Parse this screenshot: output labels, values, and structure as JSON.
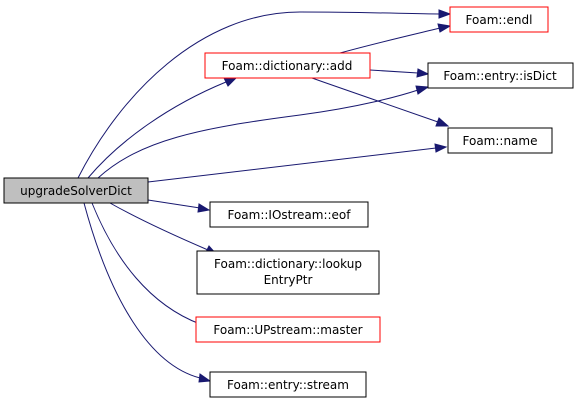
{
  "colors": {
    "edge": "#191970",
    "root_fill": "#bfbfbf",
    "node_fill": "#ffffff",
    "border_normal": "#000000",
    "border_highlight": "#ff0000"
  },
  "nodes": {
    "root": {
      "label": "upgradeSolverDict"
    },
    "endl": {
      "label": "Foam::endl",
      "highlight": true
    },
    "add": {
      "label": "Foam::dictionary::add",
      "highlight": true
    },
    "isDict": {
      "label": "Foam::entry::isDict",
      "highlight": false
    },
    "name": {
      "label": "Foam::name",
      "highlight": false
    },
    "eof": {
      "label": "Foam::IOstream::eof",
      "highlight": false
    },
    "lookup": {
      "label_line1": "Foam::dictionary::lookup",
      "label_line2": "EntryPtr",
      "highlight": false
    },
    "master": {
      "label": "Foam::UPstream::master",
      "highlight": true
    },
    "stream": {
      "label": "Foam::entry::stream",
      "highlight": false
    }
  },
  "edges": [
    [
      "root",
      "endl"
    ],
    [
      "root",
      "add"
    ],
    [
      "root",
      "isDict"
    ],
    [
      "root",
      "name"
    ],
    [
      "root",
      "eof"
    ],
    [
      "root",
      "lookup"
    ],
    [
      "root",
      "master"
    ],
    [
      "root",
      "stream"
    ],
    [
      "add",
      "endl"
    ],
    [
      "add",
      "isDict"
    ],
    [
      "add",
      "name"
    ]
  ]
}
